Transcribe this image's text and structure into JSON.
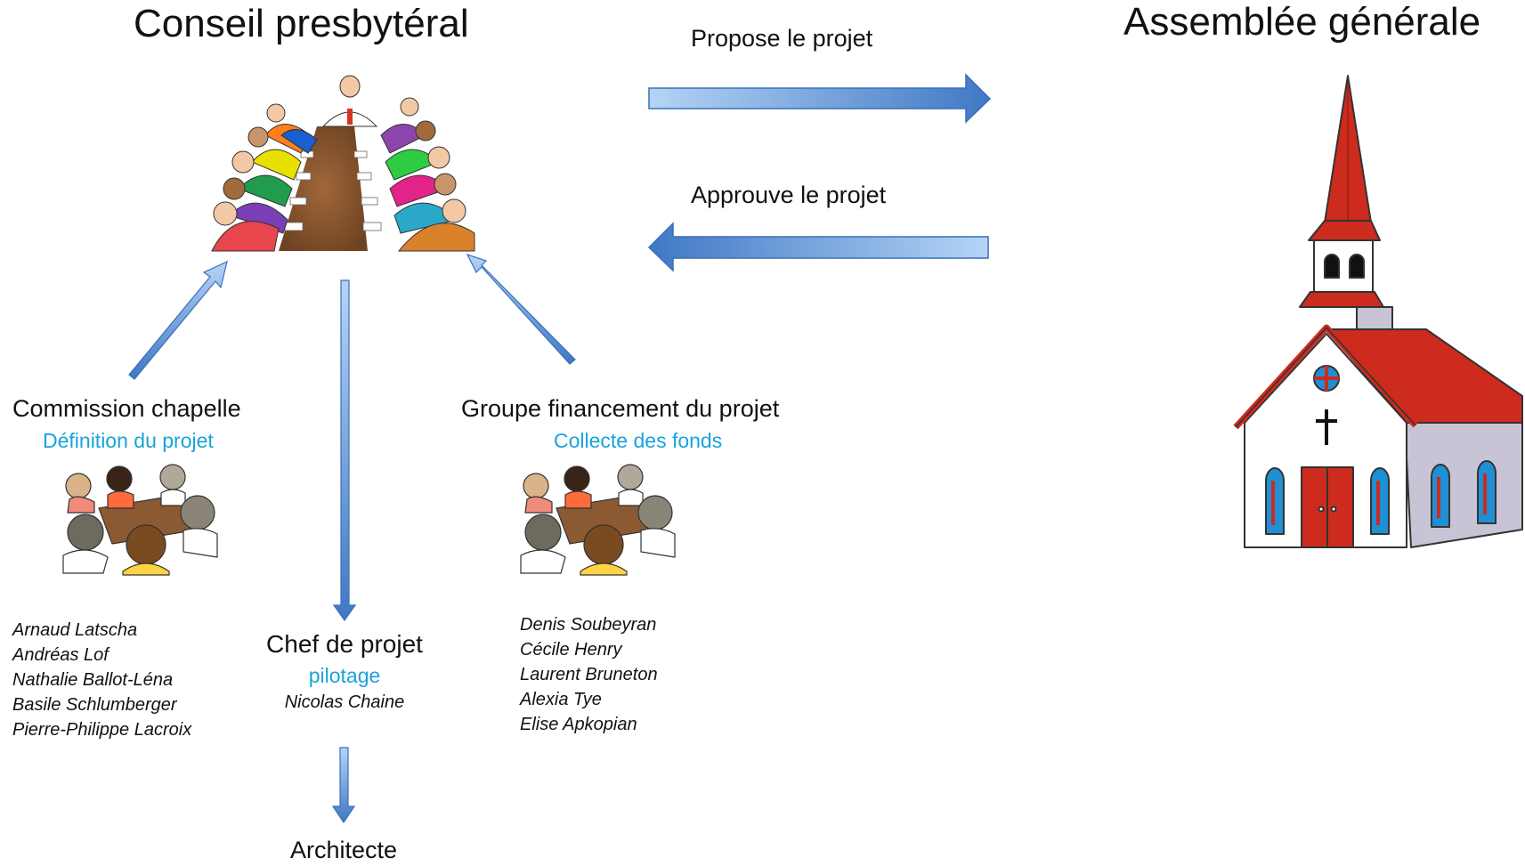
{
  "conseil": {
    "title": "Conseil presbytéral"
  },
  "assemblee": {
    "title": "Assemblée générale"
  },
  "arrows": {
    "propose": "Propose le projet",
    "approuve": "Approuve le projet"
  },
  "commission": {
    "title": "Commission chapelle",
    "subtitle": "Définition du projet",
    "members": [
      "Arnaud Latscha",
      "Andréas Lof",
      "Nathalie Ballot-Léna",
      "Basile Schlumberger",
      "Pierre-Philippe Lacroix"
    ]
  },
  "financement": {
    "title": "Groupe financement du projet",
    "subtitle": "Collecte des fonds",
    "members": [
      "Denis Soubeyran",
      "Cécile Henry",
      "Laurent Bruneton",
      "Alexia Tye",
      "Elise Apkopian"
    ]
  },
  "chef": {
    "title": "Chef de projet",
    "subtitle": "pilotage",
    "name": "Nicolas Chaine"
  },
  "architecte": {
    "title": "Architecte"
  },
  "colors": {
    "accent_text": "#1aa3dc",
    "arrow_dark": "#3f78c4",
    "arrow_light": "#a9cdf4",
    "church_roof": "#cc2b1e",
    "church_wall": "#c8c4d6"
  }
}
